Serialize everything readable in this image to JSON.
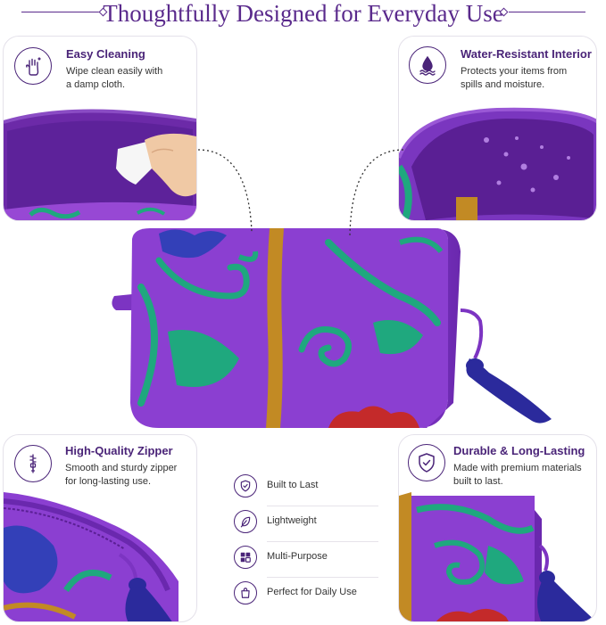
{
  "header": {
    "title": "Thoughtfully Designed for Everyday Use"
  },
  "features": [
    {
      "title": "Easy Cleaning",
      "desc": "Wipe clean easily with a damp cloth.",
      "icon": "hand-sparkle-icon"
    },
    {
      "title": "Water-Resistant Interior",
      "desc": "Protects your items from spills and moisture.",
      "icon": "water-drop-icon"
    },
    {
      "title": "High-Quality Zipper",
      "desc": "Smooth and sturdy zipper for long-lasting use.",
      "icon": "zipper-icon"
    },
    {
      "title": "Durable & Long-Lasting",
      "desc": "Made with premium materials built to last.",
      "icon": "shield-check-icon"
    }
  ],
  "center_list": [
    {
      "label": "Built to Last",
      "icon": "shield-check-icon"
    },
    {
      "label": "Lightweight",
      "icon": "feather-icon"
    },
    {
      "label": "Multi-Purpose",
      "icon": "grid-icon"
    },
    {
      "label": "Perfect for Daily Use",
      "icon": "bag-icon"
    }
  ],
  "colors": {
    "accent": "#4a2478",
    "bag_purple": "#8b3fd1",
    "embroidery_green": "#1fa87e",
    "embroidery_blue": "#3340b8",
    "embroidery_gold": "#c28a24",
    "embroidery_red": "#c42a2a",
    "tassel": "#2b2a9c"
  }
}
